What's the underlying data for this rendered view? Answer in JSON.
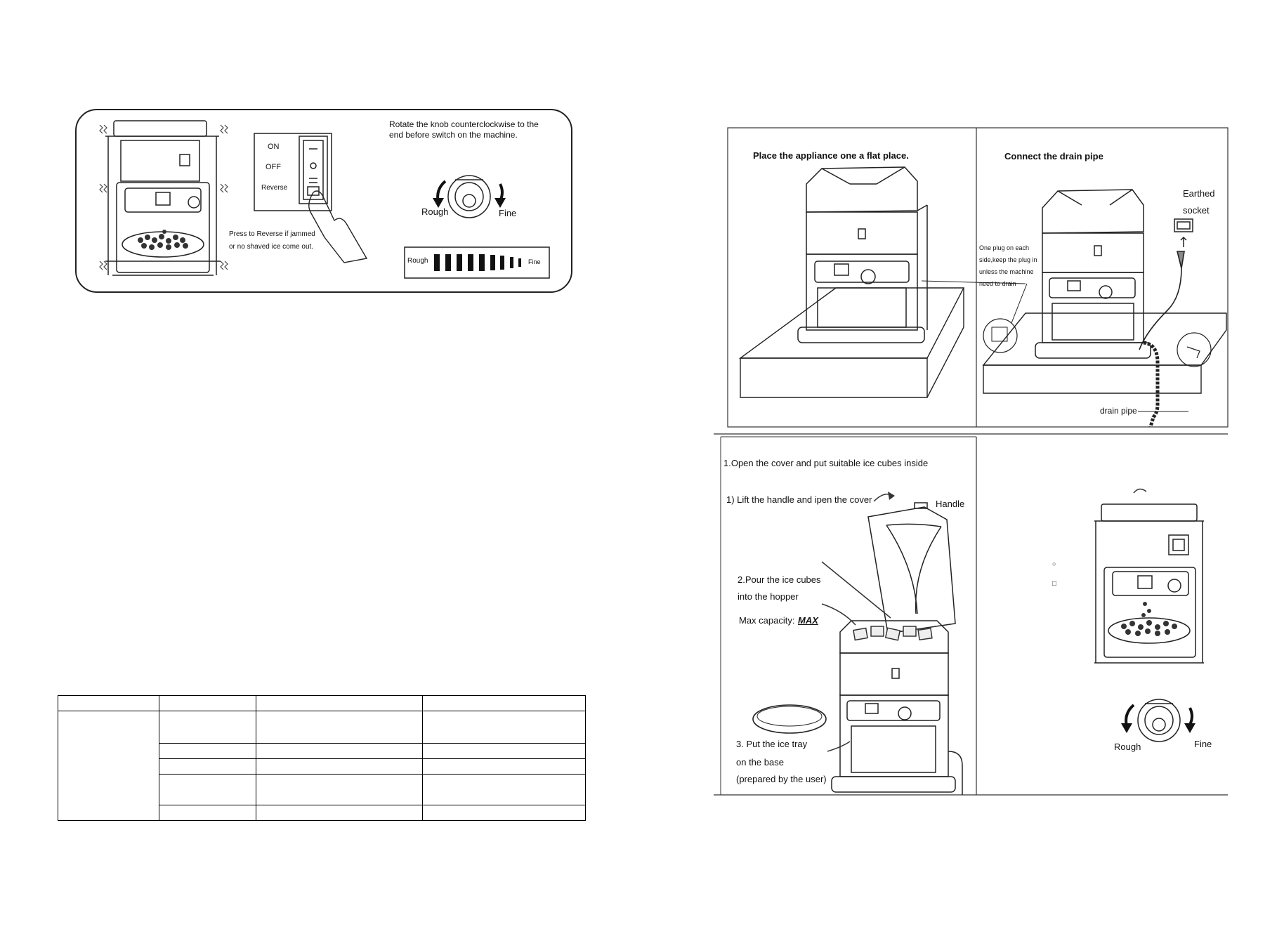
{
  "panel1": {
    "switch_on": "ON",
    "switch_off": "OFF",
    "switch_reverse": "Reverse",
    "rotate_note_line1": "Rotate the knob counterclockwise to the",
    "rotate_note_line2": "end before switch on the machine.",
    "knob_rough": "Rough",
    "knob_fine": "Fine",
    "reverse_note_line1": "Press to Reverse if jammed",
    "reverse_note_line2": "or no shaved ice come out.",
    "scale_rough": "Rough",
    "scale_fine": "Fine"
  },
  "panel2": {
    "place_title": "Place the appliance one a flat place.",
    "drain_title": "Connect the drain pipe",
    "earthed_line1": "Earthed",
    "earthed_line2": "socket",
    "plug_note_1": "One plug on each",
    "plug_note_2": "side,keep the plug in",
    "plug_note_3": "unless the machine",
    "plug_note_4": "need to drain",
    "drain_pipe": "drain pipe"
  },
  "panel3": {
    "step1": "1.Open the cover and put suitable ice cubes inside",
    "step1_1": "1) Lift the handle and ipen the cover",
    "handle": "Handle",
    "step2_line1": "2.Pour the ice cubes",
    "step2_line2": "into the hopper",
    "max_capacity": "Max capacity:",
    "max_word": "MAX",
    "step3_line1": "3. Put the ice tray",
    "step3_line2": "on the base",
    "step3_line3": "(prepared by the user)",
    "knob_rough": "Rough",
    "knob_fine": "Fine",
    "symbol_circle": "○",
    "symbol_reverse": "□"
  },
  "table": {
    "rows": [
      [
        "",
        "",
        "",
        ""
      ],
      [
        "",
        "",
        "",
        ""
      ],
      [
        "",
        "",
        ""
      ],
      [
        "",
        "",
        ""
      ],
      [
        "",
        "",
        ""
      ],
      [
        "",
        "",
        ""
      ]
    ]
  }
}
